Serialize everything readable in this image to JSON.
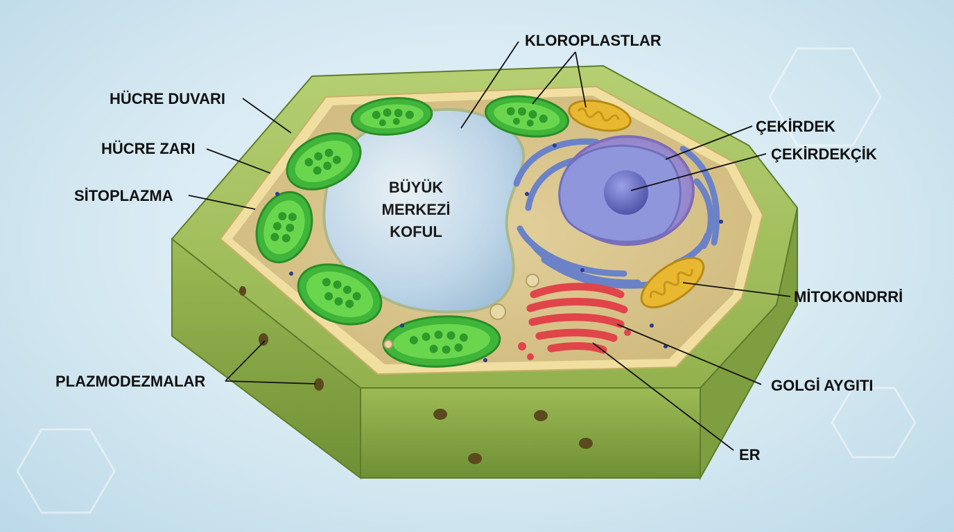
{
  "labels": {
    "hucre_duvari": "HÜCRE DUVARI",
    "hucre_zari": "HÜCRE ZARI",
    "sitoplazma": "SİTOPLAZMA",
    "plazmodezmalar": "PLAZMODEZMALAR",
    "kloroplastlar": "KLOROPLASTLAR",
    "cekirdek": "ÇEKİRDEK",
    "cekirdekcik": "ÇEKİRDEKÇİK",
    "mitokondri": "MİTOKONDRRİ",
    "golgi": "GOLGİ AYGITI",
    "er": "ER",
    "koful_line1": "BÜYÜK",
    "koful_line2": "MERKEZİ",
    "koful_line3": "KOFUL"
  },
  "colors": {
    "wall": "#8fae4a",
    "wall_dark": "#6f8f35",
    "cytoplasm": "#d8c48e",
    "membrane": "#f0dfa0",
    "chloroplast": "#3fb53a",
    "chloroplast_inner": "#6ad64e",
    "vacuole": "#c9dff0",
    "nucleus": "#9f8ccf",
    "nucleus_inner": "#7a78c8",
    "er": "#6b82c9",
    "golgi": "#e0454a",
    "mitochondria": "#e8b830"
  },
  "icons": [
    "plant-cell-illustration"
  ]
}
